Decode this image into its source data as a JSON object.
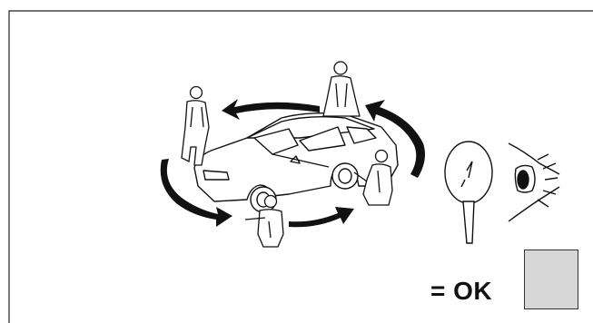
{
  "result": {
    "label": "= OK"
  },
  "figure": {
    "subject": "car",
    "workers": 4,
    "icons": [
      "magnifier-icon",
      "eye-icon"
    ]
  },
  "colors": {
    "line": "#111111",
    "checkbox": "#d7d7d7"
  }
}
